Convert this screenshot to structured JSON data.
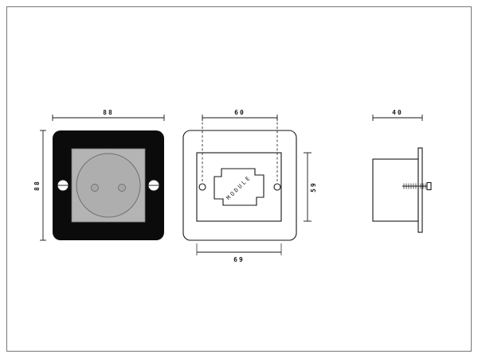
{
  "drawing": {
    "front_view": {
      "width_label": "88",
      "height_label": "88"
    },
    "cutout_view": {
      "fixing_centers_label": "60",
      "aperture_height_label": "59",
      "plate_width_label": "69",
      "module_text": "MODULE"
    },
    "side_view": {
      "depth_label": "40"
    },
    "colors": {
      "plate_black": "#0b0b0b",
      "insert_gray": "#b4b4b4",
      "socket_face_gray": "#aeaeae",
      "line": "#161616",
      "page_border": "#777777"
    }
  }
}
